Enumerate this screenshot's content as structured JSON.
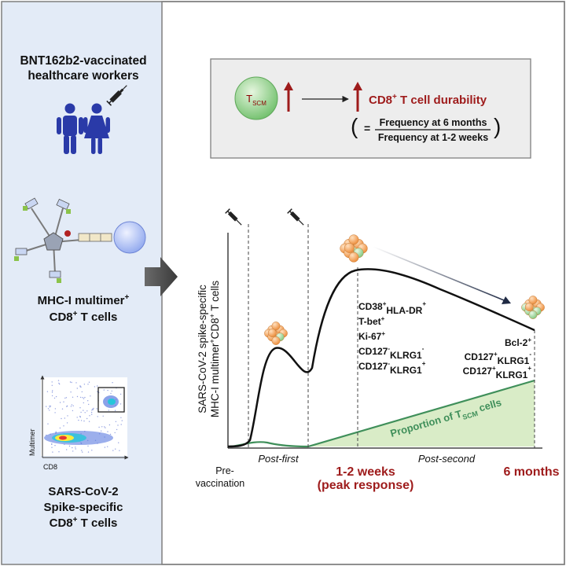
{
  "colors": {
    "left_panel_bg": "#e3ebf7",
    "frame": "#7f7f7f",
    "person_blue": "#2a3aa8",
    "dark_red": "#9e1b1b",
    "cell_green": "#6fbf6a",
    "proportion_green": "#3f8f5a",
    "proportion_fill": "#d9ecc7",
    "peak_orange": "#f3a15c"
  },
  "left": {
    "title_line1": "BNT162b2-vaccinated",
    "title_line2": "healthcare workers",
    "multimer_line1": "MHC-I multimer",
    "multimer_sup1": "+",
    "multimer_line2_a": "CD8",
    "multimer_sup2": "+",
    "multimer_line2_b": " T cells",
    "flow_ylabel": "Multimer",
    "flow_xlabel": "CD8",
    "spike_line1": "SARS-CoV-2",
    "spike_line2": "Spike-specific",
    "spike_line3_a": "CD8",
    "spike_sup": "+",
    "spike_line3_b": " T cells"
  },
  "summary": {
    "tscm_main": "T",
    "tscm_sub": "SCM",
    "durability_a": "CD8",
    "durability_sup": "+",
    "durability_b": " T cell durability",
    "eq_sign": "=",
    "numerator": "Frequency at 6 months",
    "denominator": "Frequency at 1-2 weeks"
  },
  "chart": {
    "ylabel_line1": "SARS-CoV-2 spike-specific",
    "ylabel_line2_a": "MHC-I multimer",
    "ylabel_sup": "+",
    "ylabel_line2_b": "CD8",
    "ylabel_sup2": "+",
    "ylabel_line2_c": " T cells",
    "period_post_first": "Post-first",
    "period_post_second": "Post-second",
    "x_pre_line1": "Pre-",
    "x_pre_line2": "vaccination",
    "x_peak_line1": "1-2 weeks",
    "x_peak_line2": "(peak response)",
    "x_6mo": "6 months",
    "proportion_a": "Proportion of T",
    "proportion_sub": "SCM",
    "proportion_b": " cells",
    "peak_markers": [
      {
        "base": "CD38",
        "sup": "+",
        "base2": "HLA-DR",
        "sup2": "+"
      },
      {
        "base": "T-bet",
        "sup": "+",
        "base2": "",
        "sup2": ""
      },
      {
        "base": "Ki-67",
        "sup": "+",
        "base2": "",
        "sup2": ""
      },
      {
        "base": "CD127",
        "sup": "-",
        "base2": "KLRG1",
        "sup2": "-"
      },
      {
        "base": "CD127",
        "sup": "-",
        "base2": "KLRG1",
        "sup2": "+"
      }
    ],
    "late_markers": [
      {
        "base": "Bcl-2",
        "sup": "+",
        "base2": "",
        "sup2": ""
      },
      {
        "base": "CD127",
        "sup": "+",
        "base2": "KLRG1",
        "sup2": "-"
      },
      {
        "base": "CD127",
        "sup": "+",
        "base2": "KLRG1",
        "sup2": "+"
      }
    ]
  }
}
